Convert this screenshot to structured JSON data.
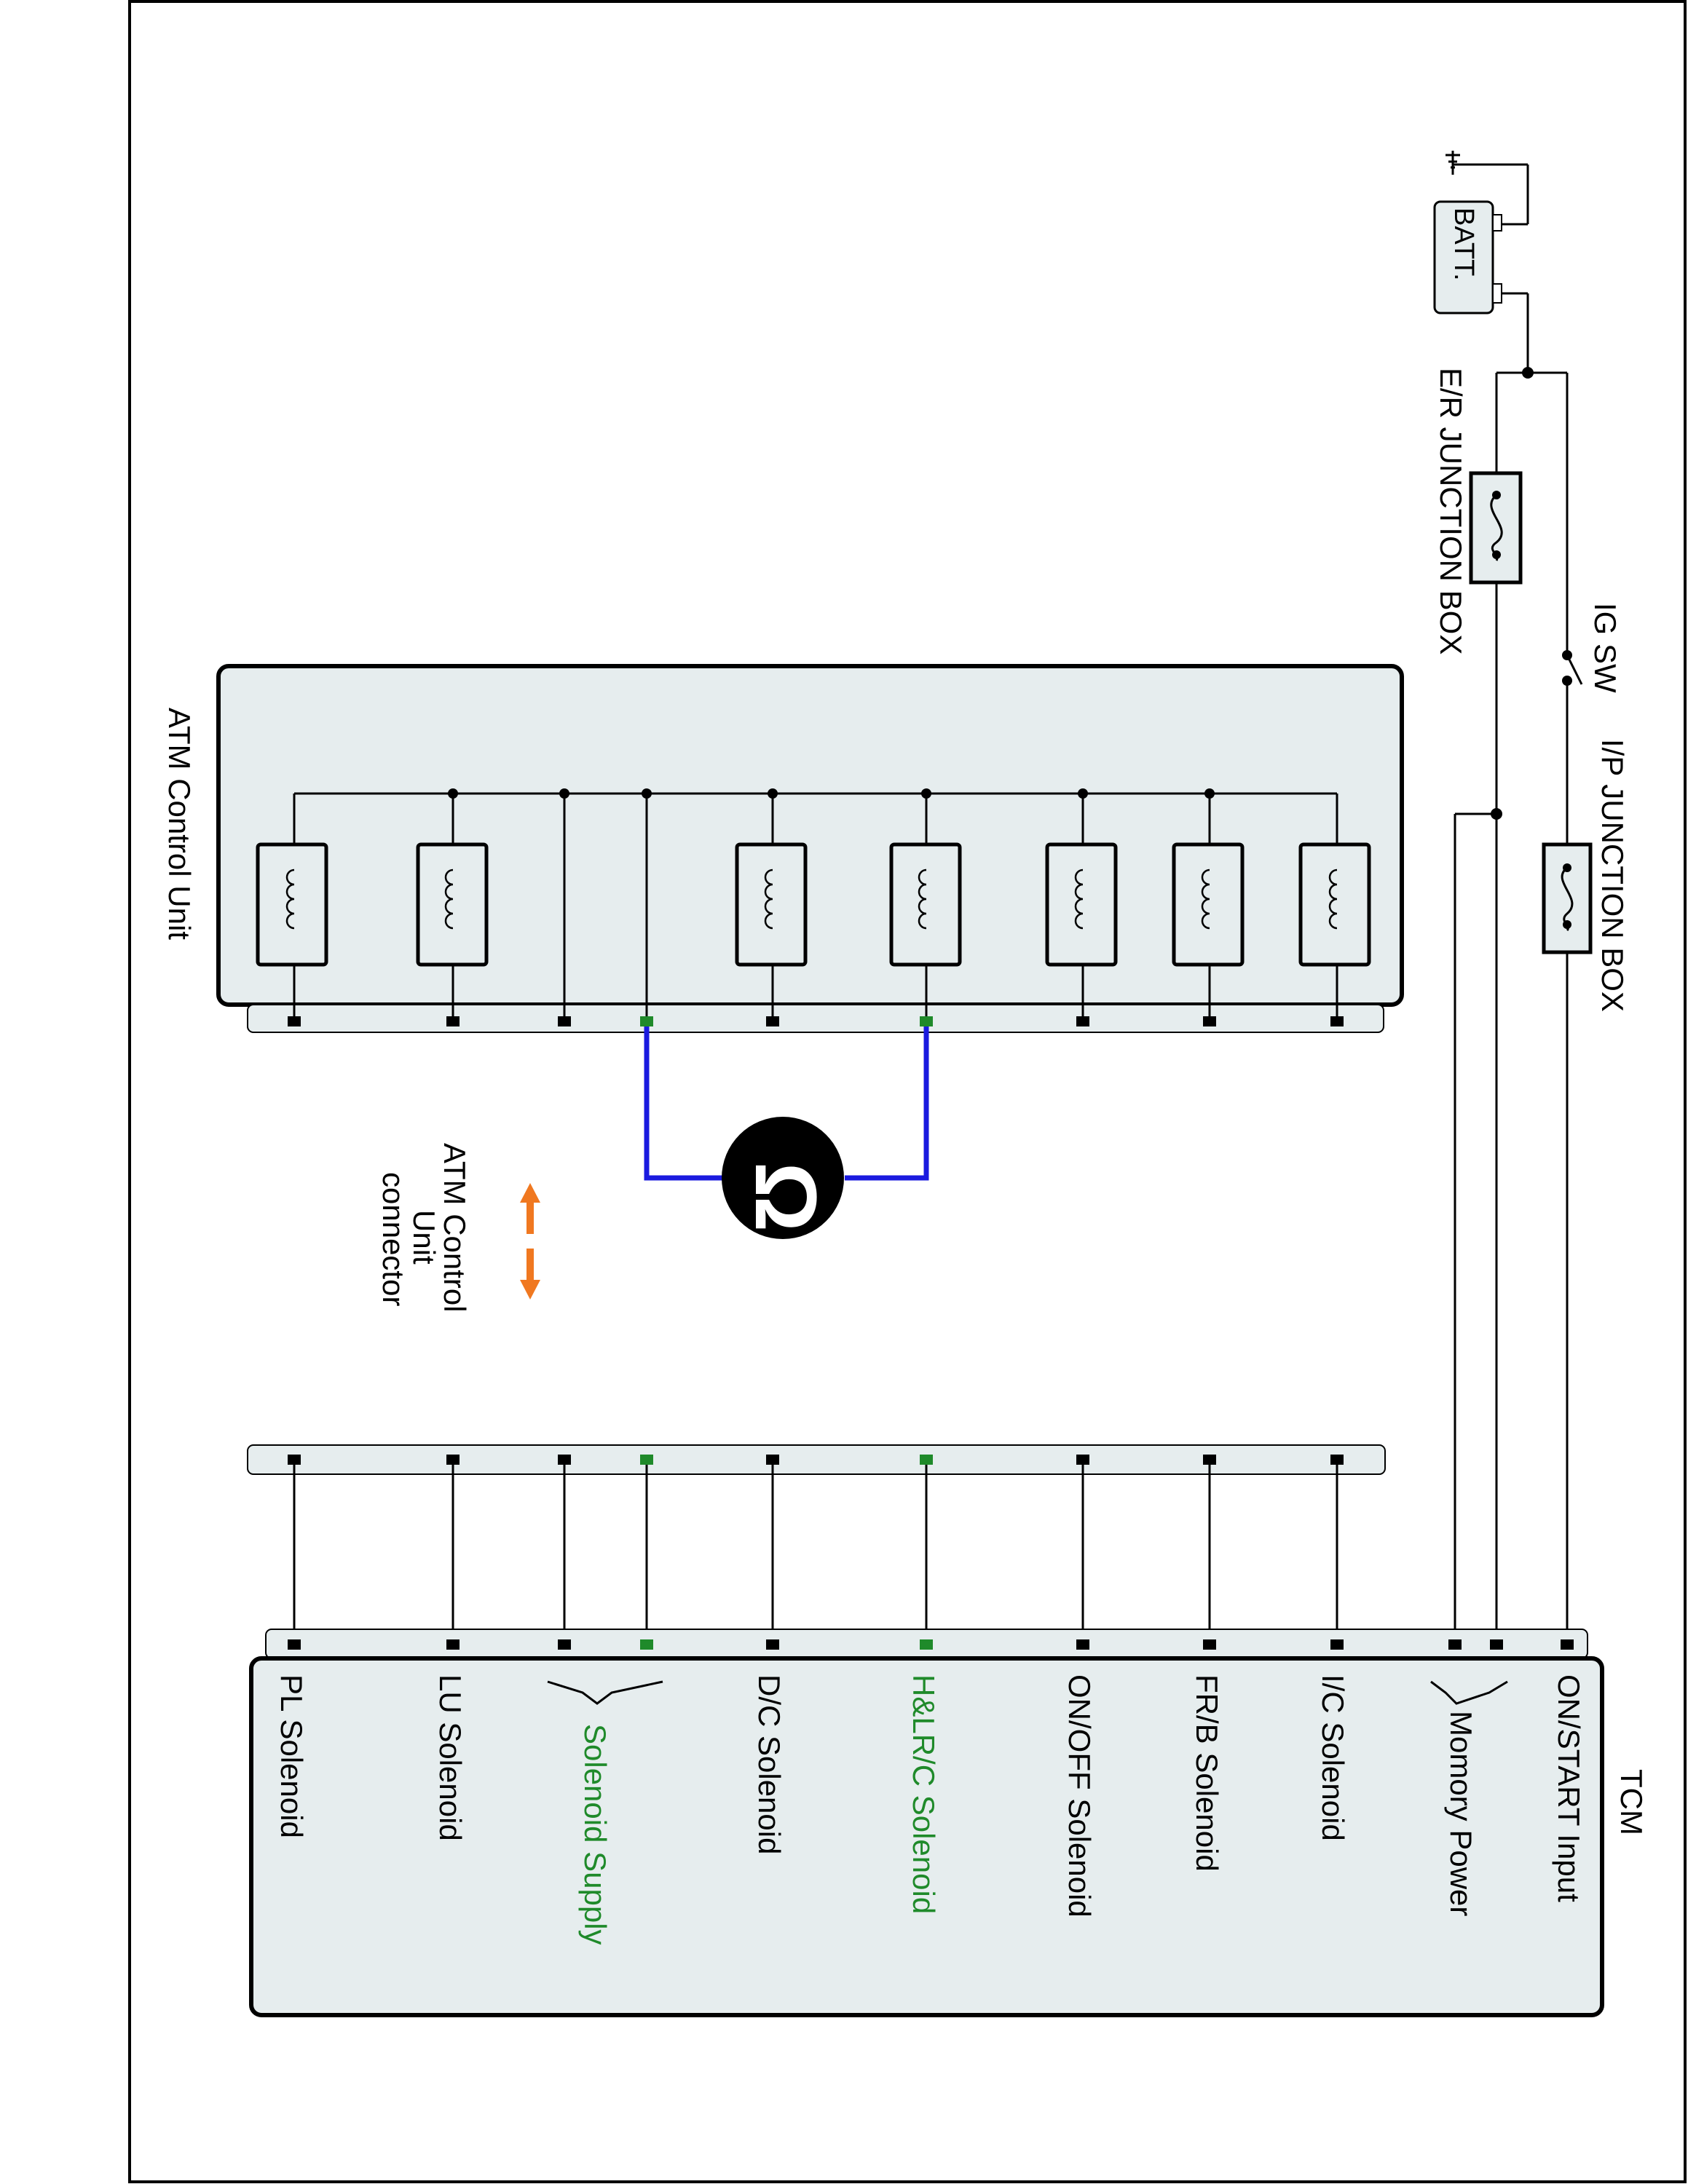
{
  "colors": {
    "wire": "#000000",
    "meter_wire": "#1a1adf",
    "highlight_text": "#1f8a2a",
    "highlight_pin": "#1f8a2a",
    "arrow": "#f07820",
    "box_fill": "#e6edee"
  },
  "power": {
    "battery_label": "BATT.",
    "er_junction_box_label": "E/R JUNCTION BOX",
    "ig_switch_label": "IG SW",
    "ip_junction_box_label": "I/P JUNCTION BOX"
  },
  "atm_control_unit": {
    "label": "ATM Control Unit"
  },
  "connector": {
    "label_line1": "ATM Control",
    "label_line2": "Unit",
    "label_line3": "connector"
  },
  "meter": {
    "icon": "ohmmeter-icon",
    "symbol": "Ω"
  },
  "tcm": {
    "label": "TCM",
    "pins": [
      "ON/START Input",
      "Momory Power",
      "I/C Solenoid",
      "FR/B Solenoid",
      "ON/OFF Solenoid",
      "H&LR/C Solenoid",
      "D/C Solenoid",
      "Solenoid Supply",
      "LU Solenoid",
      "PL Solenoid"
    ]
  }
}
